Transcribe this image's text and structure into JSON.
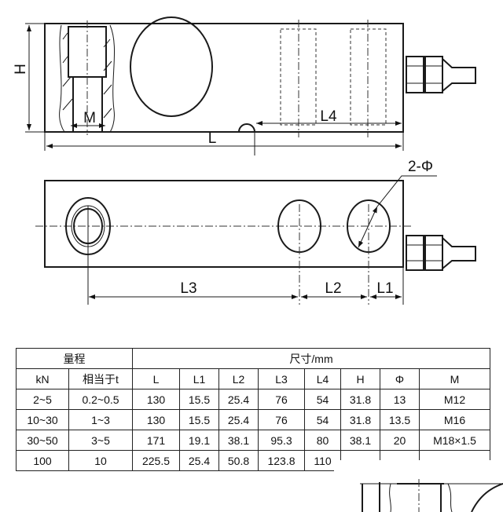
{
  "drawing": {
    "top_view": {
      "height_label": "H",
      "thread_label": "M",
      "l4_label": "L4",
      "length_label": "L"
    },
    "bottom_view": {
      "l3_label": "L3",
      "l2_label": "L2",
      "l1_label": "L1",
      "hole_label": "2-Φ"
    }
  },
  "table": {
    "group_headers": {
      "range": "量程",
      "dimensions": "尺寸/mm"
    },
    "columns": [
      "kN",
      "相当于t",
      "L",
      "L1",
      "L2",
      "L3",
      "L4",
      "H",
      "Φ",
      "M"
    ],
    "rows": [
      [
        "2~5",
        "0.2~0.5",
        "130",
        "15.5",
        "25.4",
        "76",
        "54",
        "31.8",
        "13",
        "M12"
      ],
      [
        "10~30",
        "1~3",
        "130",
        "15.5",
        "25.4",
        "76",
        "54",
        "31.8",
        "13.5",
        "M16"
      ],
      [
        "30~50",
        "3~5",
        "171",
        "19.1",
        "38.1",
        "95.3",
        "80",
        "38.1",
        "20",
        "M18×1.5"
      ],
      [
        "100",
        "10",
        "225.5",
        "25.4",
        "50.8",
        "123.8",
        "110",
        "",
        "",
        ""
      ]
    ]
  }
}
